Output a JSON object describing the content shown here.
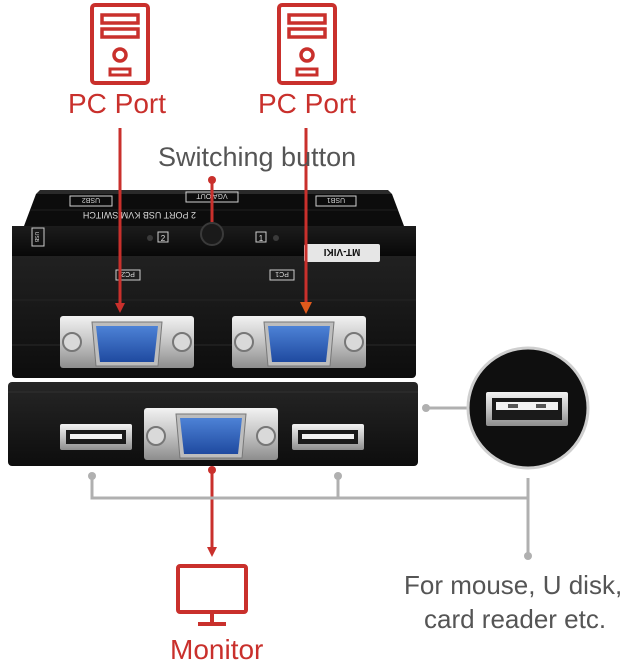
{
  "labels": {
    "pc_port_1": "PC Port",
    "pc_port_2": "PC Port",
    "switching_button": "Switching button",
    "monitor": "Monitor",
    "usb_desc_line1": "For mouse, U disk,",
    "usb_desc_line2": "card reader etc."
  },
  "device": {
    "top_label": "2 PORT USB KVM SWITCH",
    "brand": "MT-VIKI",
    "port_usb2": "USB2",
    "port_vga_out": "VGA OUT",
    "port_usb1": "USB1",
    "port_pc2": "PC2",
    "port_pc1": "PC1",
    "led_2": "2",
    "led_1": "1",
    "side_label": "USB"
  },
  "colors": {
    "accent_red": "#c9302c",
    "device_black": "#141414",
    "vga_blue": "#2f5fb3",
    "connector_grey": "#9c9c9c",
    "line_grey": "#b0b0b0"
  },
  "icons": [
    "pc-tower-icon",
    "pc-tower-icon",
    "monitor-icon",
    "usb-port-magnified-icon"
  ]
}
